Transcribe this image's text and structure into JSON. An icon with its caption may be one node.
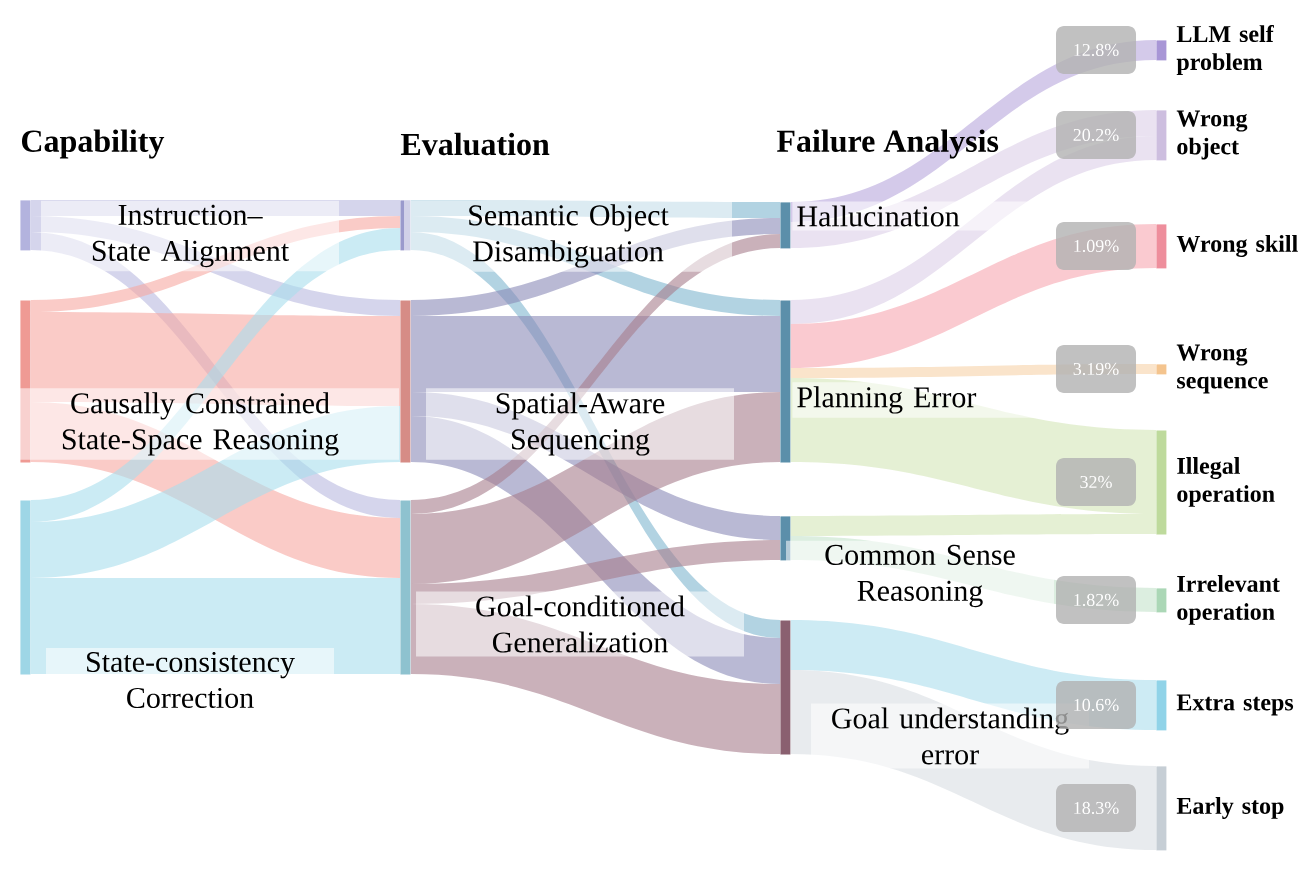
{
  "diagram": {
    "nodes": [
      {
        "text": [],
        "shape": "bar",
        "beside": [
          "Instruction–State Alignment"
        ]
      },
      {
        "text": [],
        "shape": "bar",
        "beside": [
          "Causally Constrained State-Space Reasoning"
        ]
      },
      {
        "text": [],
        "shape": "bar",
        "beside": [
          "State-consistency Correction"
        ]
      },
      {
        "text": [],
        "shape": "bar",
        "beside": [
          "Semantic Object Disambiguation"
        ]
      },
      {
        "text": [],
        "shape": "bar",
        "beside": [
          "Spatial-Aware Sequencing"
        ]
      },
      {
        "text": [],
        "shape": "bar",
        "beside": [
          "Goal-conditioned Generalization"
        ]
      },
      {
        "text": [],
        "shape": "bar",
        "beside": [
          "Hallucination"
        ]
      },
      {
        "text": [],
        "shape": "bar",
        "beside": [
          "Planning Error"
        ]
      },
      {
        "text": [],
        "shape": "bar",
        "beside": [
          "Common Sense Reasoning"
        ]
      },
      {
        "text": [],
        "shape": "bar",
        "beside": [
          "Goal understanding error"
        ]
      },
      {
        "text": [],
        "shape": "bar",
        "beside": [
          "12.8%",
          "LLM self problem"
        ]
      },
      {
        "text": [],
        "shape": "bar",
        "beside": [
          "20.2%",
          "Wrong object"
        ]
      },
      {
        "text": [],
        "shape": "bar",
        "beside": [
          "1.09%",
          "Wrong skill"
        ]
      },
      {
        "text": [],
        "shape": "bar",
        "beside": [
          "3.19%",
          "Wrong sequence"
        ]
      },
      {
        "text": [],
        "shape": "bar",
        "beside": [
          "32%",
          "Illegal operation"
        ]
      },
      {
        "text": [],
        "shape": "bar",
        "beside": [
          "1.82%",
          "Irrelevant operation"
        ]
      },
      {
        "text": [],
        "shape": "bar",
        "beside": [
          "10.6%",
          "Extra steps"
        ]
      },
      {
        "text": [],
        "shape": "bar",
        "beside": [
          "18.3%",
          "Early stop"
        ]
      }
    ],
    "edges": [
      {
        "from": 0,
        "to": 3,
        "arrow": "none",
        "color": "#b9b9e0"
      },
      {
        "from": 0,
        "to": 4,
        "arrow": "none",
        "color": "#b9b9e0"
      },
      {
        "from": 0,
        "to": 5,
        "arrow": "none",
        "color": "#b9b9e0"
      },
      {
        "from": 1,
        "to": 3,
        "arrow": "none",
        "color": "#f7a8a2"
      },
      {
        "from": 1,
        "to": 4,
        "arrow": "none",
        "color": "#f7a8a2"
      },
      {
        "from": 1,
        "to": 5,
        "arrow": "none",
        "color": "#f7a8a2"
      },
      {
        "from": 2,
        "to": 3,
        "arrow": "none",
        "color": "#a9deec"
      },
      {
        "from": 2,
        "to": 4,
        "arrow": "none",
        "color": "#a9deec"
      },
      {
        "from": 2,
        "to": 5,
        "arrow": "none",
        "color": "#a9deec"
      },
      {
        "from": 3,
        "to": 6,
        "arrow": "none",
        "color": "#7fb6cf"
      },
      {
        "from": 3,
        "to": 7,
        "arrow": "none",
        "color": "#7fb6cf"
      },
      {
        "from": 3,
        "to": 9,
        "arrow": "none",
        "color": "#7fb6cf"
      },
      {
        "from": 4,
        "to": 6,
        "arrow": "none",
        "color": "#8a8ab8"
      },
      {
        "from": 4,
        "to": 7,
        "arrow": "none",
        "color": "#8a8ab8"
      },
      {
        "from": 4,
        "to": 8,
        "arrow": "none",
        "color": "#8a8ab8"
      },
      {
        "from": 4,
        "to": 9,
        "arrow": "none",
        "color": "#8a8ab8"
      },
      {
        "from": 5,
        "to": 6,
        "arrow": "none",
        "color": "#a67d8c"
      },
      {
        "from": 5,
        "to": 7,
        "arrow": "none",
        "color": "#a67d8c"
      },
      {
        "from": 5,
        "to": 8,
        "arrow": "none",
        "color": "#a67d8c"
      },
      {
        "from": 5,
        "to": 9,
        "arrow": "none",
        "color": "#a67d8c"
      },
      {
        "from": 6,
        "to": 10,
        "arrow": "none",
        "color": "#b7a6dc"
      },
      {
        "from": 6,
        "to": 11,
        "arrow": "none",
        "color": "#dccfe8"
      },
      {
        "from": 7,
        "to": 11,
        "arrow": "none",
        "color": "#dccfe8"
      },
      {
        "from": 7,
        "to": 12,
        "arrow": "none",
        "color": "#f6a6b0"
      },
      {
        "from": 7,
        "to": 13,
        "arrow": "none",
        "color": "#f7d2a8"
      },
      {
        "from": 7,
        "to": 14,
        "arrow": "none",
        "color": "#d3e6b8"
      },
      {
        "from": 8,
        "to": 14,
        "arrow": "none",
        "color": "#d3e6b8"
      },
      {
        "from": 8,
        "to": 15,
        "arrow": "none",
        "color": "#c4e3cc"
      },
      {
        "from": 9,
        "to": 16,
        "arrow": "none",
        "color": "#acdeed"
      },
      {
        "from": 9,
        "to": 17,
        "arrow": "none",
        "color": "#d8dee3"
      }
    ],
    "labels": [
      "Capability",
      "Evaluation",
      "Failure Analysis"
    ]
  }
}
